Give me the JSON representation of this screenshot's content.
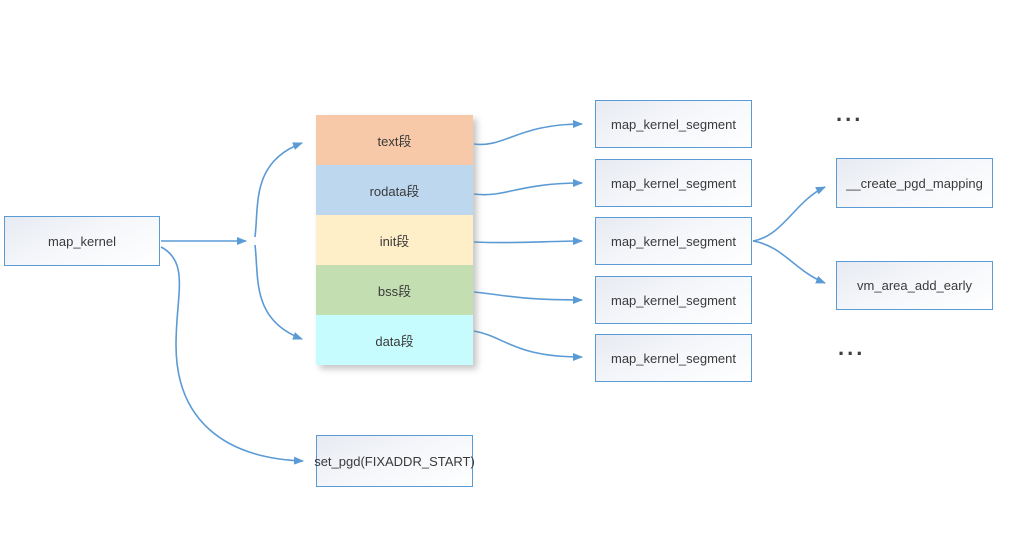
{
  "diagram": {
    "title_hint": "map_kernel call flow diagram",
    "root_node": {
      "label": "map_kernel"
    },
    "stack_segments": [
      {
        "label": "text段",
        "color": "#f7c9a8"
      },
      {
        "label": "rodata段",
        "color": "#bdd7ee"
      },
      {
        "label": "init段",
        "color": "#ffefc9"
      },
      {
        "label": "bss段",
        "color": "#c3deb0"
      },
      {
        "label": "data段",
        "color": "#c7fcff"
      }
    ],
    "segment_calls": [
      {
        "label": "map_kernel_segment"
      },
      {
        "label": "map_kernel_segment"
      },
      {
        "label": "map_kernel_segment"
      },
      {
        "label": "map_kernel_segment"
      },
      {
        "label": "map_kernel_segment"
      }
    ],
    "right_nodes": [
      {
        "label": "__create_pgd_mapping"
      },
      {
        "label": "vm_area_add_early"
      }
    ],
    "bottom_node": {
      "label": "set_pgd(FIXADDR_START)"
    },
    "ellipsis_top": "...",
    "ellipsis_bottom": "...",
    "colors": {
      "connector": "#5b9bd5",
      "node_border": "#5b9bd5",
      "text": "#3a3a3a",
      "background": "#ffffff"
    }
  }
}
